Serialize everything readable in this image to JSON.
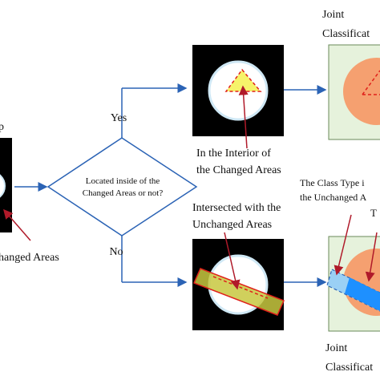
{
  "labels": {
    "left_top_partial": "p",
    "left_bottom_partial": "hanged Areas",
    "decision_line1": "Located inside of  the",
    "decision_line2": "Changed Areas or not?",
    "yes": "Yes",
    "no": "No",
    "interior_line1": "In the Interior of",
    "interior_line2": "the Changed Areas",
    "intersect_line1": "Intersected with the",
    "intersect_line2": "Unchanged Areas",
    "joint_top_line1": "Joint",
    "joint_top_line2": "Classificat",
    "class_type_line1": "The Class Type i",
    "class_type_line2": "the Unchanged A",
    "right_partial": "T",
    "joint_bottom_line1": "Joint",
    "joint_bottom_line2": "Classificat"
  },
  "colors": {
    "black_panel": "#000000",
    "light_blue_ring": "#cfe8f5",
    "yellow_fill": "#f6f36a",
    "red_dash": "#e0201a",
    "dark_red_arrow": "#b01a2a",
    "pale_green": "#e6f2dc",
    "orange_circle": "#f5a070",
    "blue_strip": "#1e90ff",
    "light_blue_strip": "#9ad0f5",
    "arrow_blue": "#2b63b5"
  }
}
